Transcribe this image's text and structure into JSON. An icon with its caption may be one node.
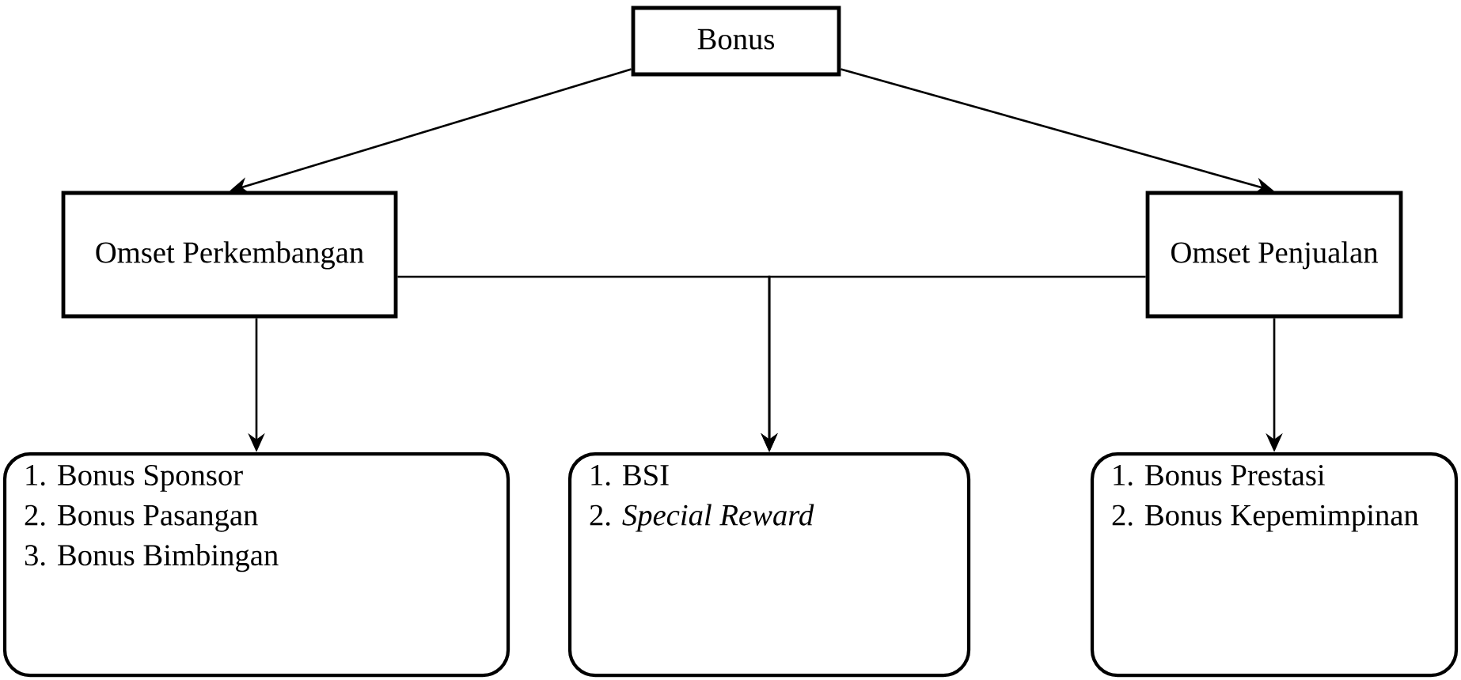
{
  "diagram": {
    "nodes": [
      {
        "text": [
          "Bonus"
        ]
      },
      {
        "text": [
          "Omset Perkembangan"
        ]
      },
      {
        "text": [
          "Omset Penjualan"
        ]
      },
      {
        "text": [
          "1. Bonus Sponsor",
          "2. Bonus Pasangan",
          "3. Bonus Bimbingan"
        ]
      },
      {
        "text": [
          "1. BSI",
          "2. *Special Reward*"
        ]
      },
      {
        "text": [
          "1. Bonus Prestasi",
          "2. Bonus Kepemimpinan"
        ]
      }
    ],
    "edges": [
      {
        "from": 0,
        "to": 1,
        "arrow": "to"
      },
      {
        "from": 0,
        "to": 2,
        "arrow": "to"
      },
      {
        "from": 1,
        "to": 3,
        "arrow": "to"
      },
      {
        "from": 2,
        "to": 5,
        "arrow": "to"
      },
      {
        "from": 1,
        "to": 4,
        "arrow": "to"
      },
      {
        "from": 2,
        "to": 4,
        "arrow": "to"
      }
    ]
  }
}
